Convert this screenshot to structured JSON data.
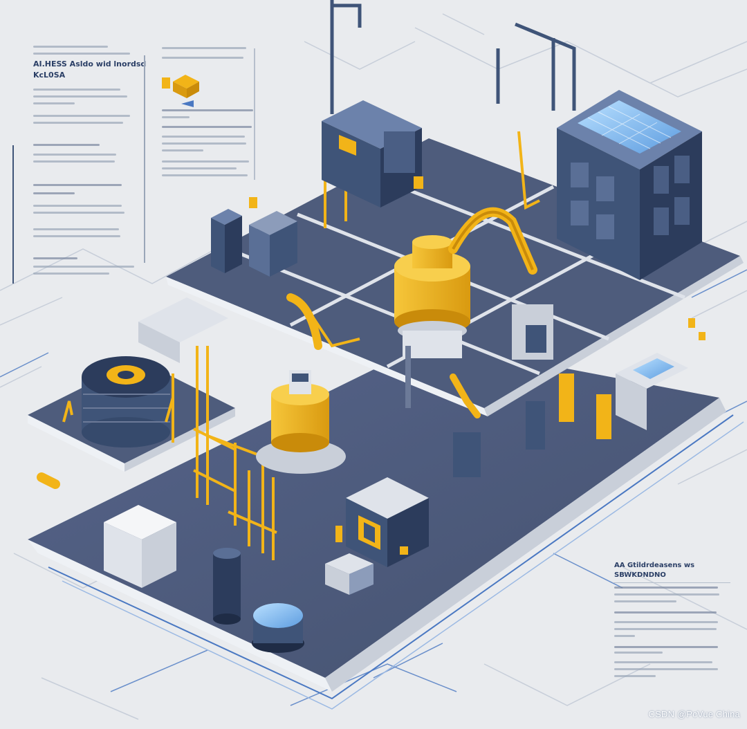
{
  "panel_left": {
    "heading": "AI.HESS Asldo wid lnordsd",
    "heading2": "KcL0SA"
  },
  "panel_right": {
    "heading": "AA Gtildrdeasens ws",
    "heading2": "SBWKDNDNO"
  },
  "watermark": "CSDN @PcVue China",
  "colors": {
    "background": "#e9ebee",
    "floor": "#4e5c7c",
    "floor_edge": "#6c7a98",
    "platform_light": "#dfe3ea",
    "accent_yellow": "#f2b418",
    "accent_yellow_dark": "#c98b0a",
    "steel_blue": "#3f5478",
    "glass_blue": "#8ec6f2",
    "line_blue": "#4a78c2",
    "text": "#2b3f66"
  }
}
